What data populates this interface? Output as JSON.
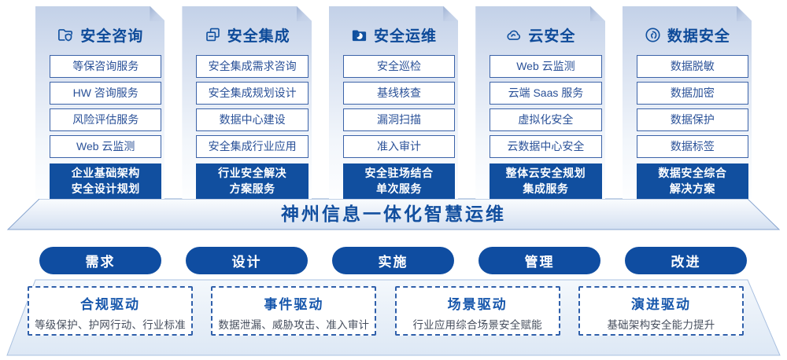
{
  "colors": {
    "primary_blue": "#0f4da1",
    "title_blue": "#0d4a99",
    "item_border_blue": "#3c63a8",
    "dashed_border_blue": "#3060ab",
    "desc_text": "#474f5e",
    "panel_gradient_top": "#c3d1e8",
    "panel_gradient_bottom": "#fdfeff"
  },
  "columns": [
    {
      "title": "安全咨询",
      "icon": "folder-shield-icon",
      "items": [
        "等保咨询服务",
        "HW 咨询服务",
        "风险评估服务",
        "Web 云监测"
      ],
      "footer_lines": [
        "企业基础架构",
        "安全设计规划"
      ]
    },
    {
      "title": "安全集成",
      "icon": "documents-copy-icon",
      "items": [
        "安全集成需求咨询",
        "安全集成规划设计",
        "数据中心建设",
        "安全集成行业应用"
      ],
      "footer_lines": [
        "行业安全解决",
        "方案服务"
      ]
    },
    {
      "title": "安全运维",
      "icon": "folder-pie-icon",
      "items": [
        "安全巡检",
        "基线核查",
        "漏洞扫描",
        "准入审计"
      ],
      "footer_lines": [
        "安全驻场结合",
        "单次服务"
      ]
    },
    {
      "title": "云安全",
      "icon": "cloud-icon",
      "items": [
        "Web 云监测",
        "云端 Saas 服务",
        "虚拟化安全",
        "云数据中心安全"
      ],
      "footer_lines": [
        "整体云安全规划",
        "集成服务"
      ]
    },
    {
      "title": "数据安全",
      "icon": "fingerprint-icon",
      "items": [
        "数据脱敏",
        "数据加密",
        "数据保护",
        "数据标签"
      ],
      "footer_lines": [
        "数据安全综合",
        "解决方案"
      ]
    }
  ],
  "banner": {
    "title": "神州信息一体化智慧运维"
  },
  "process": [
    "需求",
    "设计",
    "实施",
    "管理",
    "改进"
  ],
  "drivers": [
    {
      "title": "合规驱动",
      "desc": "等级保护、护网行动、行业标准"
    },
    {
      "title": "事件驱动",
      "desc": "数据泄漏、威胁攻击、准入审计"
    },
    {
      "title": "场景驱动",
      "desc": "行业应用综合场景安全赋能"
    },
    {
      "title": "演进驱动",
      "desc": "基础架构安全能力提升"
    }
  ]
}
